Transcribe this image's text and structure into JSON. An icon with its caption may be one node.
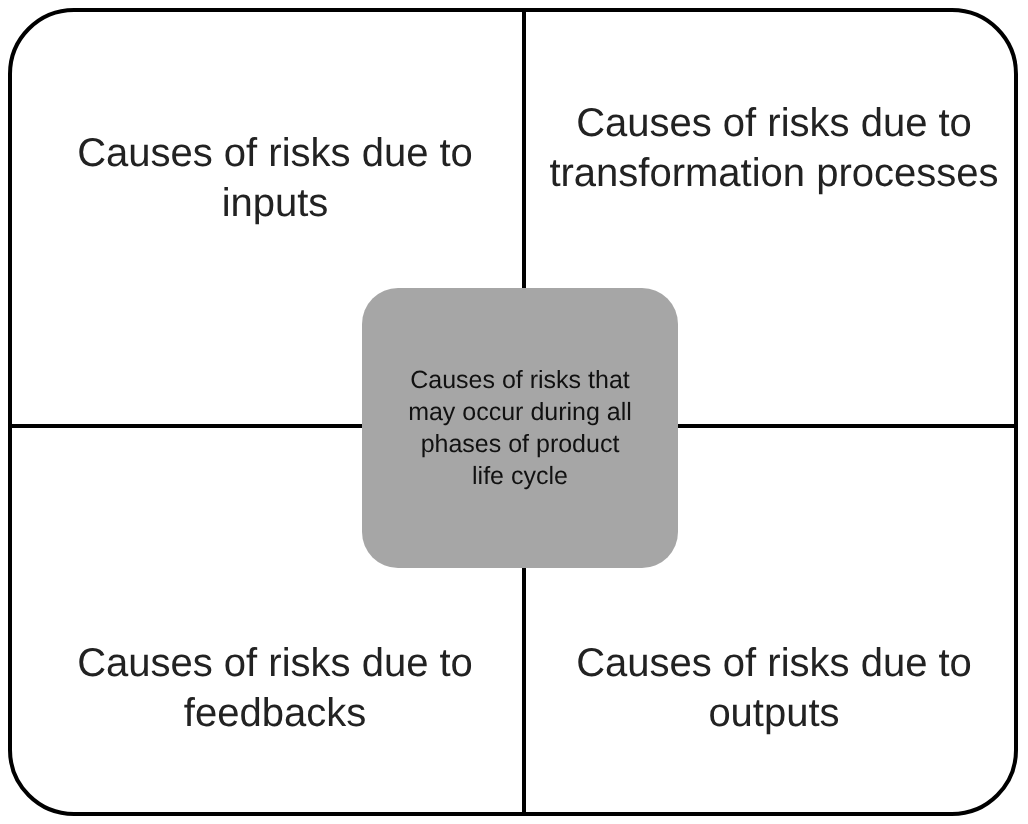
{
  "diagram": {
    "nodes": [
      {
        "text": [
          "Causes of risks due to inputs"
        ]
      },
      {
        "text": [
          "Causes of risks due to transformation processes"
        ]
      },
      {
        "text": [
          "Causes of risks due to feedbacks"
        ]
      },
      {
        "text": [
          "Causes of risks due to outputs"
        ]
      },
      {
        "text": [
          "Causes of risks that may occur during all phases of product life cycle"
        ]
      }
    ]
  }
}
